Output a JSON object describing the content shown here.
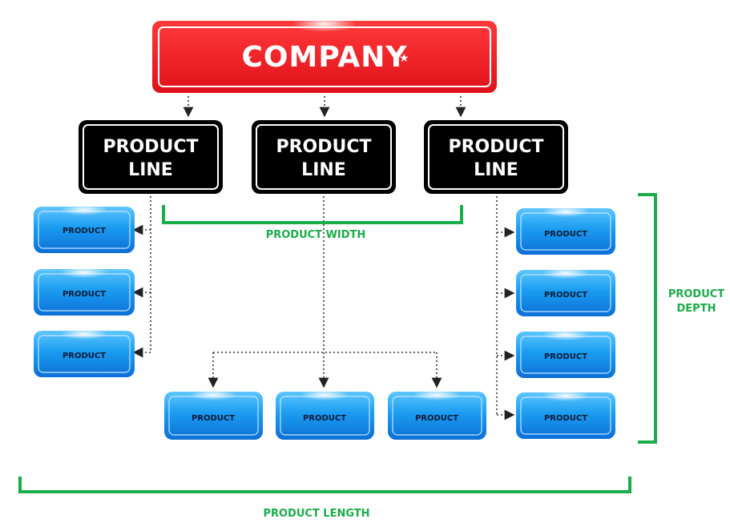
{
  "company": {
    "label": "COMPANY",
    "star": "★"
  },
  "product_lines": [
    {
      "label_line1": "PRODUCT",
      "label_line2": "LINE"
    },
    {
      "label_line1": "PRODUCT",
      "label_line2": "LINE"
    },
    {
      "label_line1": "PRODUCT",
      "label_line2": "LINE"
    }
  ],
  "product_label": "PRODUCT",
  "dimensions": {
    "width_label": "PRODUCT WIDTH",
    "depth_label_line1": "PRODUCT",
    "depth_label_line2": "DEPTH",
    "length_label": "PRODUCT LENGTH"
  },
  "colors": {
    "company": "#ee1c25",
    "product_line": "#000000",
    "product": "#1a8fe8",
    "dimension": "#1aab4b"
  }
}
